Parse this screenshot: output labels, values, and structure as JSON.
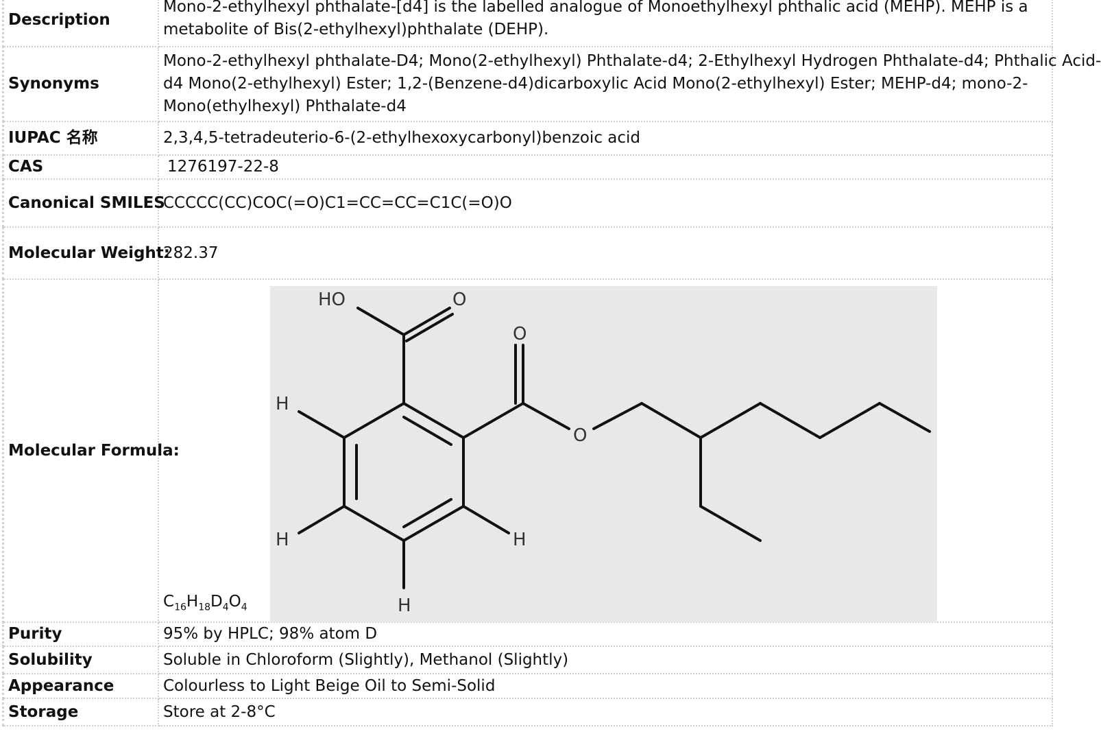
{
  "rows": {
    "description": {
      "label": "Description",
      "line1": "Mono-2-ethylhexyl phthalate-[d4] is the labelled analogue of Monoethylhexyl phthalic acid (MEHP). MEHP is a",
      "line2": "metabolite of Bis(2-ethylhexyl)phthalate (DEHP)."
    },
    "synonyms": {
      "label": "Synonyms",
      "line1": "Mono-2-ethylhexyl phthalate-D4; Mono(2-ethylhexyl) Phthalate-d4; 2-Ethylhexyl Hydrogen Phthalate-d4; Phthalic Acid-",
      "line2": "d4 Mono(2-ethylhexyl) Ester; 1,2-(Benzene-d4)dicarboxylic Acid Mono(2-ethylhexyl) Ester; MEHP-d4; mono-2-",
      "line3": "Mono(ethylhexyl) Phthalate-d4"
    },
    "iupac": {
      "label": "IUPAC 名称",
      "value": "2,3,4,5-tetradeuterio-6-(2-ethylhexoxycarbonyl)benzoic acid"
    },
    "cas": {
      "label": "CAS",
      "value": "1276197-22-8"
    },
    "smiles": {
      "label": "Canonical SMILES",
      "value": "CCCCC(CC)COC(=O)C1=CC=CC=C1C(=O)O"
    },
    "mw": {
      "label": "Molecular Weight:",
      "value": "282.37"
    },
    "formula": {
      "label": "Molecular Formula:",
      "parts": {
        "c": "C",
        "c_n": "16",
        "h": "H",
        "h_n": "18",
        "d": "D",
        "d_n": "4",
        "o": "O",
        "o_n": "4"
      },
      "structure_atoms": {
        "ho": "HO",
        "o_acid": "O",
        "o_ester_dbl": "O",
        "o_ester": "O",
        "h_top": "H",
        "h_left": "H",
        "h_right": "H",
        "h_bottom": "H"
      }
    },
    "purity": {
      "label": "Purity",
      "value": "95% by HPLC; 98% atom D"
    },
    "solubility": {
      "label": "Solubility",
      "value": "Soluble in Chloroform (Slightly), Methanol (Slightly)"
    },
    "appearance": {
      "label": "Appearance",
      "value": "Colourless to Light Beige Oil to Semi-Solid"
    },
    "storage": {
      "label": "Storage",
      "value": "Store at 2-8°C"
    }
  },
  "colors": {
    "structure_bg": "#e8e8e8",
    "grid": "#cfcfcf"
  }
}
